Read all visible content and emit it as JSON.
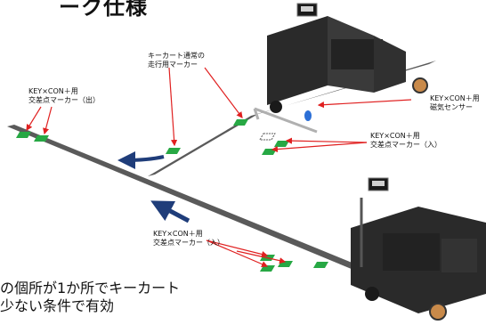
{
  "title": "ーク仕様",
  "labels": {
    "keycart_marker": [
      "キーカート通常の",
      "走行用マーカー"
    ],
    "cross_out": [
      "KEY×CON＋用",
      "交差点マーカー（出）"
    ],
    "sensor": [
      "KEY×CON＋用",
      "磁気センサー"
    ],
    "cross_in_right": [
      "KEY×CON＋用",
      "交差点マーカー（入）"
    ],
    "cross_in_bottom": [
      "KEY×CON＋用",
      "交差点マーカー（入）"
    ]
  },
  "note": [
    "の個所が1か所でキーカート",
    "少ない条件で有効"
  ],
  "colors": {
    "track": "#5a5a5a",
    "marker": "#27a844",
    "arrow_leader": "#e02020",
    "direction_arrow": "#1f3d7a",
    "cart_body": "#2a2a2a",
    "wheel": "#c98a4a"
  }
}
